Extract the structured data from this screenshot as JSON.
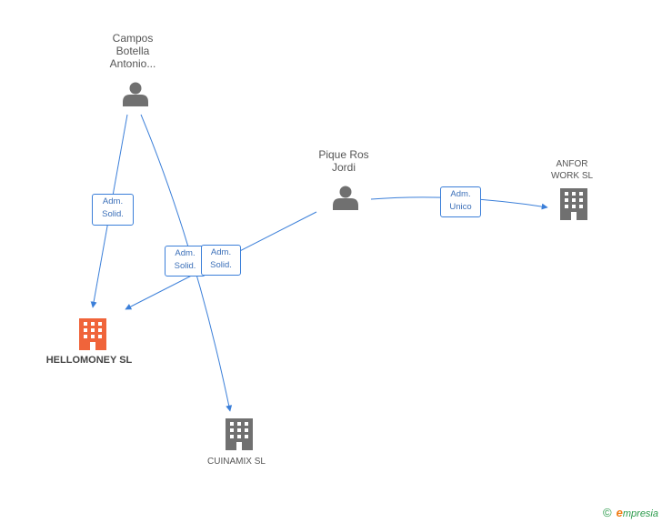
{
  "nodes": {
    "campos": {
      "line1": "Campos",
      "line2": "Botella",
      "line3": "Antonio...",
      "type": "person"
    },
    "pique": {
      "line1": "Pique Ros",
      "line2": "Jordi",
      "type": "person"
    },
    "anfor": {
      "line1": "ANFOR",
      "line2": "WORK  SL",
      "type": "company"
    },
    "hellomoney": {
      "line1": "HELLOMONEY SL",
      "type": "company",
      "highlighted": true
    },
    "cuinamix": {
      "line1": "CUINAMIX  SL",
      "type": "company"
    }
  },
  "edges": [
    {
      "from": "Campos Botella Antonio...",
      "to": "HELLOMONEY SL",
      "line1": "Adm.",
      "line2": "Solid."
    },
    {
      "from": "Campos Botella Antonio...",
      "to": "CUINAMIX SL",
      "line1": "Adm.",
      "line2": "Solid."
    },
    {
      "from": "Pique Ros Jordi",
      "to": "HELLOMONEY SL",
      "line1": "Adm.",
      "line2": "Solid."
    },
    {
      "from": "Pique Ros Jordi",
      "to": "ANFOR WORK SL",
      "line1": "Adm.",
      "line2": "Unico"
    }
  ],
  "colors": {
    "edge": "#3b7fd9",
    "person": "#707070",
    "company": "#707070",
    "highlight": "#f0643a"
  },
  "brand": {
    "copyright": "©",
    "e": "e",
    "name": "mpresia"
  }
}
